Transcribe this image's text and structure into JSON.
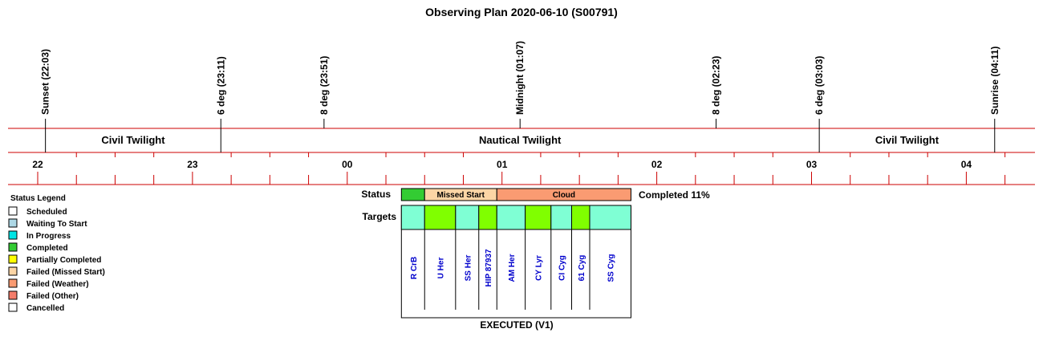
{
  "page_title": "Observing Plan 2020-06-10 (S00791)",
  "colors": {
    "line": "#cc0000",
    "text": "#000000",
    "target_text": "#0000cc",
    "scheduled": "#ffffff",
    "waiting": "#add8e6",
    "in_progress": "#00e5e5",
    "completed": "#33cc33",
    "partially_completed": "#ffff00",
    "failed_missed_start": "#fcd5a5",
    "failed_weather": "#fa9b72",
    "failed_other": "#f47c6a",
    "cancelled": "#ffffff",
    "target_aqua": "#7fffd4",
    "target_green": "#80ff00"
  },
  "chart_data": {
    "type": "timeline",
    "title": "Observing Plan 2020-06-10 (S00791)",
    "x_axis": {
      "unit": "hour (UT)",
      "range": [
        "21:45",
        "04:30"
      ],
      "tick_labels": [
        {
          "label": "22",
          "time": "22:00"
        },
        {
          "label": "23",
          "time": "23:00"
        },
        {
          "label": "00",
          "time": "00:00"
        },
        {
          "label": "01",
          "time": "01:00"
        },
        {
          "label": "02",
          "time": "02:00"
        },
        {
          "label": "03",
          "time": "03:00"
        },
        {
          "label": "04",
          "time": "04:00"
        }
      ],
      "minor_tick_minutes": 15
    },
    "events": [
      {
        "label": "Sunset (22:03)",
        "time": "22:03"
      },
      {
        "label": "6 deg (23:11)",
        "time": "23:11"
      },
      {
        "label": "8 deg (23:51)",
        "time": "23:51"
      },
      {
        "label": "Midnight (01:07)",
        "time": "01:07"
      },
      {
        "label": "8 deg (02:23)",
        "time": "02:23"
      },
      {
        "label": "6 deg (03:03)",
        "time": "03:03"
      },
      {
        "label": "Sunrise (04:11)",
        "time": "04:11"
      }
    ],
    "twilight_bands": [
      {
        "label": "Civil Twilight",
        "start": "22:03",
        "end": "23:11"
      },
      {
        "label": "Nautical Twilight",
        "start": "23:11",
        "end": "03:03"
      },
      {
        "label": "Civil Twilight",
        "start": "03:03",
        "end": "04:11"
      }
    ],
    "plan": {
      "status_label": "Status",
      "targets_label": "Targets",
      "completion_text": "Completed 11%",
      "footer": "EXECUTED (V1)",
      "status_segments": [
        {
          "label": "",
          "status": "completed",
          "start": "00:21",
          "end": "00:30"
        },
        {
          "label": "Missed Start",
          "status": "failed_missed_start",
          "start": "00:30",
          "end": "00:58"
        },
        {
          "label": "Cloud",
          "status": "failed_weather",
          "start": "00:58",
          "end": "01:50"
        }
      ],
      "targets": [
        {
          "name": "R CrB",
          "start": "00:21",
          "end": "00:30",
          "color": "aqua"
        },
        {
          "name": "U Her",
          "start": "00:30",
          "end": "00:42",
          "color": "green"
        },
        {
          "name": "SS Her",
          "start": "00:42",
          "end": "00:51",
          "color": "aqua"
        },
        {
          "name": "HIP 87937",
          "start": "00:51",
          "end": "00:58",
          "color": "green"
        },
        {
          "name": "AM Her",
          "start": "00:58",
          "end": "01:09",
          "color": "aqua"
        },
        {
          "name": "CY Lyr",
          "start": "01:09",
          "end": "01:19",
          "color": "green"
        },
        {
          "name": "CI Cyg",
          "start": "01:19",
          "end": "01:27",
          "color": "aqua"
        },
        {
          "name": "61 Cyg",
          "start": "01:27",
          "end": "01:34",
          "color": "green"
        },
        {
          "name": "SS Cyg",
          "start": "01:34",
          "end": "01:50",
          "color": "aqua"
        }
      ]
    },
    "legend": {
      "title": "Status Legend",
      "items": [
        {
          "label": "Scheduled",
          "key": "scheduled"
        },
        {
          "label": "Waiting To Start",
          "key": "waiting"
        },
        {
          "label": "In Progress",
          "key": "in_progress"
        },
        {
          "label": "Completed",
          "key": "completed"
        },
        {
          "label": "Partially Completed",
          "key": "partially_completed"
        },
        {
          "label": "Failed (Missed Start)",
          "key": "failed_missed_start"
        },
        {
          "label": "Failed (Weather)",
          "key": "failed_weather"
        },
        {
          "label": "Failed (Other)",
          "key": "failed_other"
        },
        {
          "label": "Cancelled",
          "key": "cancelled"
        }
      ]
    }
  }
}
